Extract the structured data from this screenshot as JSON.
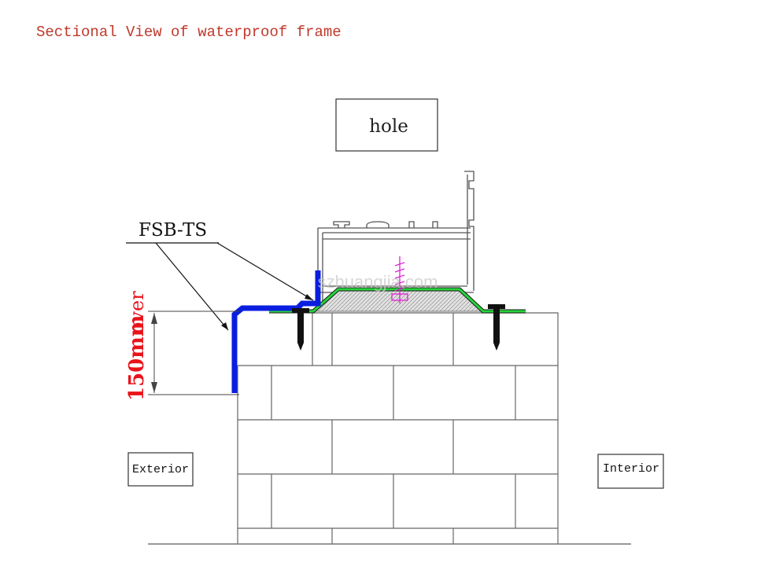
{
  "title": "Sectional View of waterproof frame",
  "labels": {
    "hole": "hole",
    "product": "FSB-TS",
    "exterior": "Exterior",
    "interior": "Interior",
    "overlap_value": "150mm",
    "overlap_word": "over"
  },
  "watermark": "szhuangjia.com",
  "colors": {
    "title": "#c0392b",
    "dimension": "#e8141b",
    "flashing": "#0a1ee0",
    "membrane": "#27d33b",
    "anchor": "#e020d8",
    "line": "#333333",
    "wall": "#666666"
  }
}
